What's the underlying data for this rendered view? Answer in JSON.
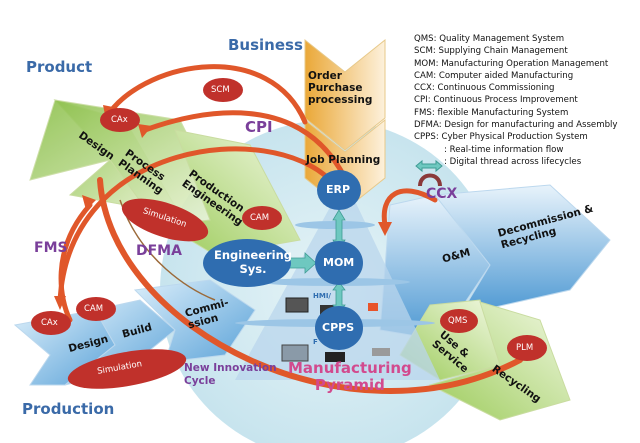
{
  "sections": {
    "product": "Product",
    "business": "Business",
    "production": "Production"
  },
  "product_stages": [
    "Design",
    "Process\nPlanning",
    "Production\nEngineering"
  ],
  "business_stages": [
    "Order\nPurchase\nprocessing",
    "Job Planning"
  ],
  "production_stages": [
    "Design",
    "Build",
    "Commi-\nssion"
  ],
  "lifecycle_stages": [
    "O&M",
    "Decommission &\nRecycling",
    "Use &\nService",
    "Recycling"
  ],
  "ovals": {
    "cax_product": "CAx",
    "scm": "SCM",
    "simulation_product": "Simulation",
    "cam_product": "CAM",
    "cax_production": "CAx",
    "cam_production": "CAM",
    "simulation_production": "Simulation",
    "qms": "QMS",
    "plm": "PLM"
  },
  "nodes": {
    "erp": "ERP",
    "mom": "MOM",
    "cpps": "CPPS",
    "engineering": "Engineering\nSys."
  },
  "pyramid_labels": {
    "hmi": "HMI/",
    "f": "F",
    "title": "Manufacturing\nPyramid"
  },
  "flow_labels": {
    "cpi": "CPI",
    "ccx": "CCX",
    "fms": "FMS",
    "dfma": "DFMA",
    "new_innovation": "New Innovation\nCycle"
  },
  "legend": {
    "items": [
      "QMS: Quality Management System",
      "SCM: Supplying Chain Management",
      "MOM: Manufacturing Operation Management",
      "CAM: Computer aided Manufacturing",
      "CCX: Continuous Commissioning",
      "CPI: Continuous Process Improvement",
      "FMS: flexible Manufacturing System",
      "DFMA: Design for manufacturing and Assembly",
      "CPPS: Cyber Physical Production System"
    ],
    "realtime_flow": ": Real-time information flow",
    "digital_thread": ": Digital thread across lifecycles"
  },
  "colors": {
    "section_blue": "#3a6aa8",
    "purple": "#7a3f9a",
    "oval_red": "#c0312b",
    "node_blue": "#2f6db0",
    "arrow_orange": "#e0572a",
    "teal_arrow": "#6ec8c0",
    "green_chevron": "#a9cf6a",
    "blue_chevron": "#7fb6e0",
    "gold_chevron": "#f0b856",
    "pyramid_pink": "#d24a8e"
  }
}
